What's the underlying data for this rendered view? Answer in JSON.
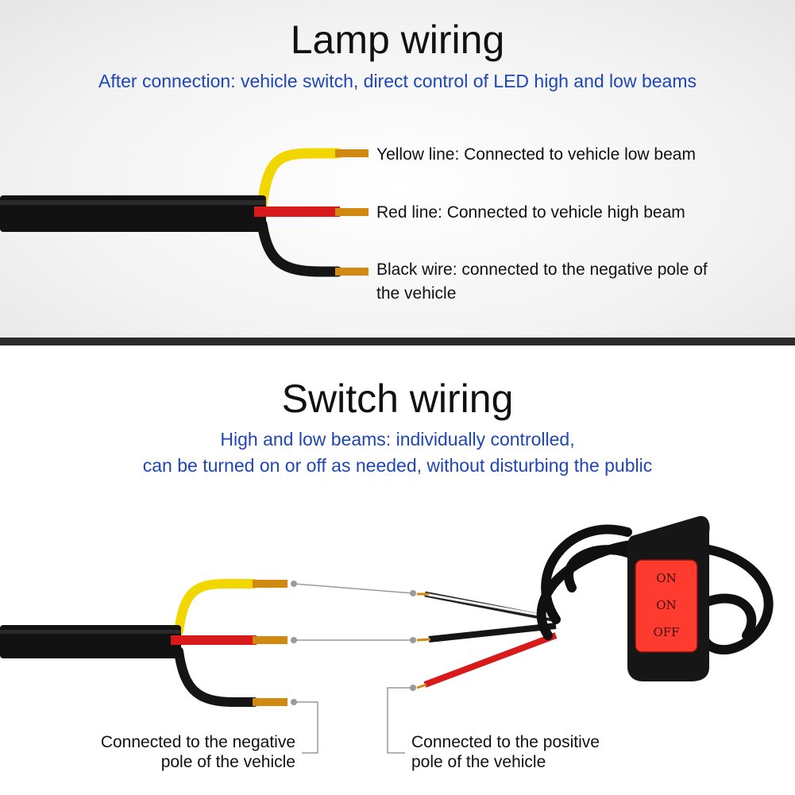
{
  "lamp": {
    "title": "Lamp wiring",
    "subtitle": "After connection: vehicle switch, direct control of LED high and low beams",
    "labels": {
      "yellow": "Yellow line: Connected to vehicle low beam",
      "red": "Red line: Connected to vehicle high beam",
      "black_line1": "Black wire: connected to the negative pole of",
      "black_line2": "the vehicle"
    }
  },
  "switch": {
    "title": "Switch wiring",
    "subtitle_line1": "High and low beams: individually controlled,",
    "subtitle_line2": "can be turned on or off as needed, without disturbing the public",
    "button_labels": [
      "ON",
      "ON",
      "OFF"
    ],
    "negative_label_line1": "Connected to the negative",
    "negative_label_line2": "pole of the vehicle",
    "positive_label_line1": "Connected to the positive",
    "positive_label_line2": "pole of the vehicle"
  },
  "colors": {
    "subtitle": "#1f46b5",
    "yellow_wire": "#f2d600",
    "red_wire": "#d81a1a",
    "black_wire": "#151515",
    "copper_tip": "#d08a12",
    "switch_face": "#ff3b2f"
  }
}
